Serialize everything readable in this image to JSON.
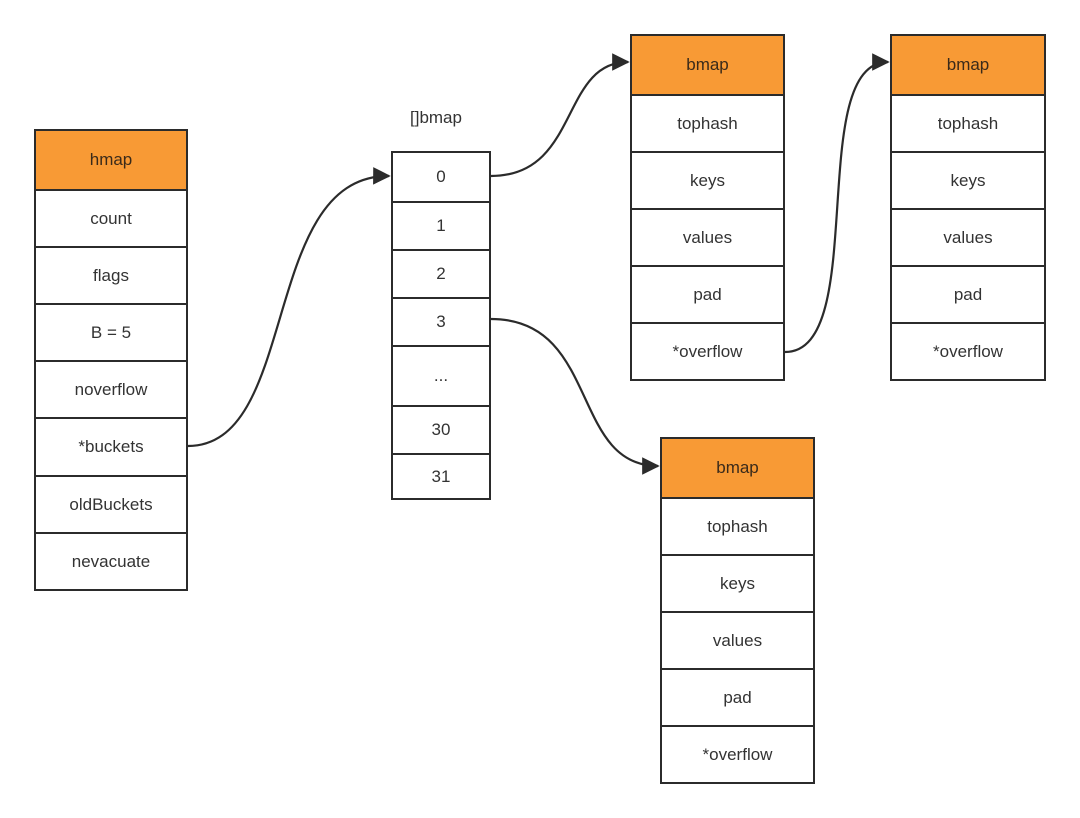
{
  "colors": {
    "header_fill": "#f89a35",
    "border": "#2b2b2b",
    "arrow": "#2b2b2b"
  },
  "hmap": {
    "title": "hmap",
    "fields": [
      "count",
      "flags",
      "B = 5",
      "noverflow",
      "*buckets",
      "oldBuckets",
      "nevacuate"
    ]
  },
  "bucket_array": {
    "label": "[]bmap",
    "slots": [
      "0",
      "1",
      "2",
      "3",
      "...",
      "30",
      "31"
    ]
  },
  "bmap_0": {
    "title": "bmap",
    "fields": [
      "tophash",
      "keys",
      "values",
      "pad",
      "*overflow"
    ]
  },
  "bmap_0_overflow": {
    "title": "bmap",
    "fields": [
      "tophash",
      "keys",
      "values",
      "pad",
      "*overflow"
    ]
  },
  "bmap_3": {
    "title": "bmap",
    "fields": [
      "tophash",
      "keys",
      "values",
      "pad",
      "*overflow"
    ]
  },
  "links": [
    {
      "from": "hmap.*buckets",
      "to": "[]bmap"
    },
    {
      "from": "[]bmap.0",
      "to": "bmap_0"
    },
    {
      "from": "bmap_0.*overflow",
      "to": "bmap_0_overflow"
    },
    {
      "from": "[]bmap.3",
      "to": "bmap_3"
    }
  ]
}
